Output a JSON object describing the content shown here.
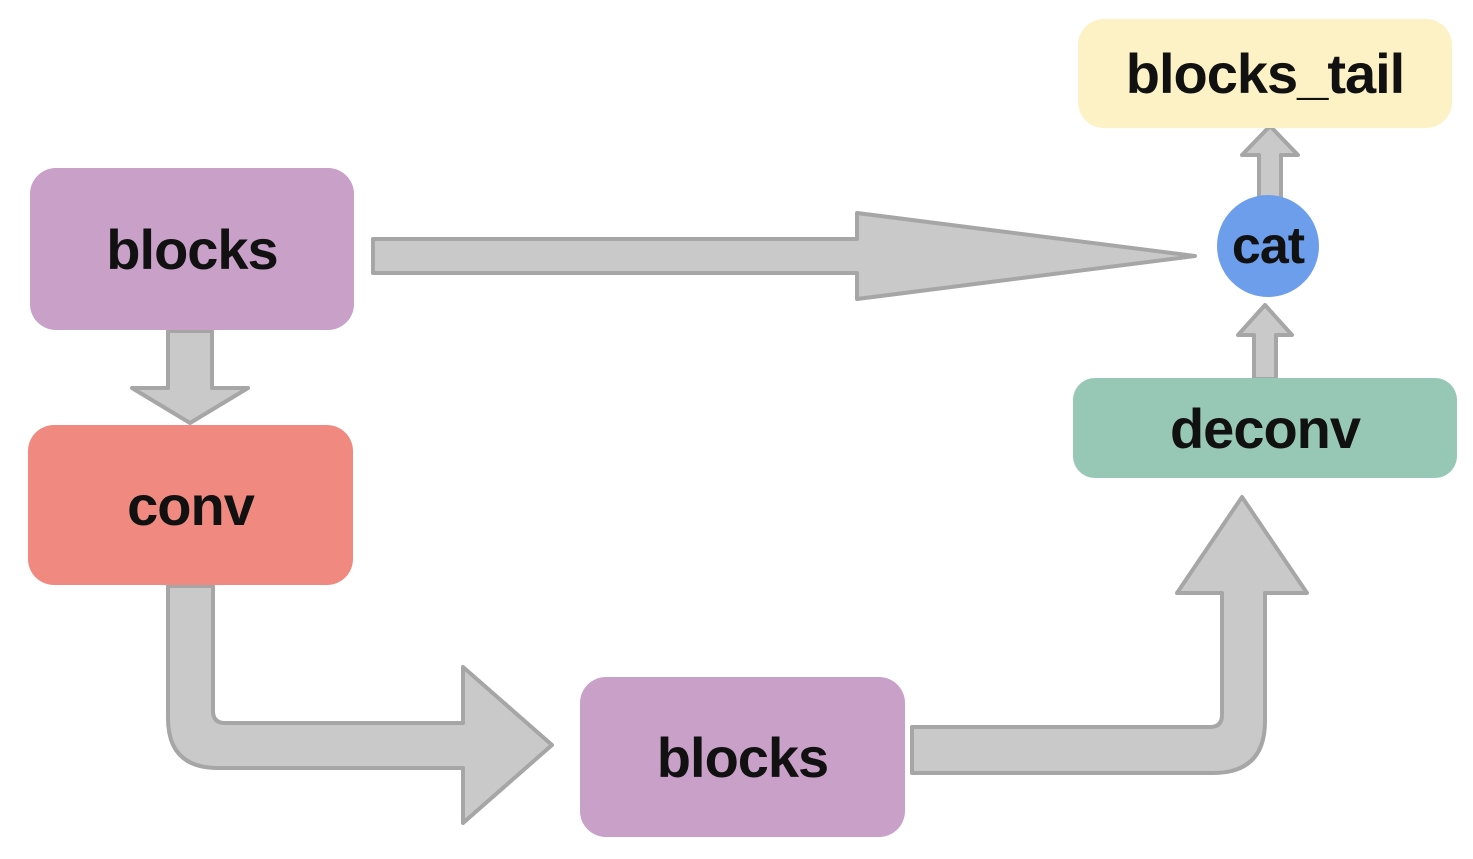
{
  "colors": {
    "background": "#ffffff",
    "arrow_fill": "#c9c9c9",
    "arrow_stroke": "#a6a6a6",
    "text": "#111111"
  },
  "nodes": {
    "blocks_top": {
      "label": "blocks",
      "fill": "#c8a0c8",
      "shape": "rounded-rect"
    },
    "conv": {
      "label": "conv",
      "fill": "#f08a80",
      "shape": "rounded-rect"
    },
    "blocks_bottom": {
      "label": "blocks",
      "fill": "#c8a0c8",
      "shape": "rounded-rect"
    },
    "deconv": {
      "label": "deconv",
      "fill": "#97c8b6",
      "shape": "rounded-rect"
    },
    "cat": {
      "label": "cat",
      "fill": "#6d9eeb",
      "shape": "circle"
    },
    "blocks_tail": {
      "label": "blocks_tail",
      "fill": "#fcf2c5",
      "shape": "rounded-rect"
    }
  },
  "edges": [
    {
      "from": "blocks_top",
      "to": "conv"
    },
    {
      "from": "blocks_top",
      "to": "cat"
    },
    {
      "from": "conv",
      "to": "blocks_bottom"
    },
    {
      "from": "blocks_bottom",
      "to": "deconv"
    },
    {
      "from": "deconv",
      "to": "cat"
    },
    {
      "from": "cat",
      "to": "blocks_tail"
    }
  ]
}
